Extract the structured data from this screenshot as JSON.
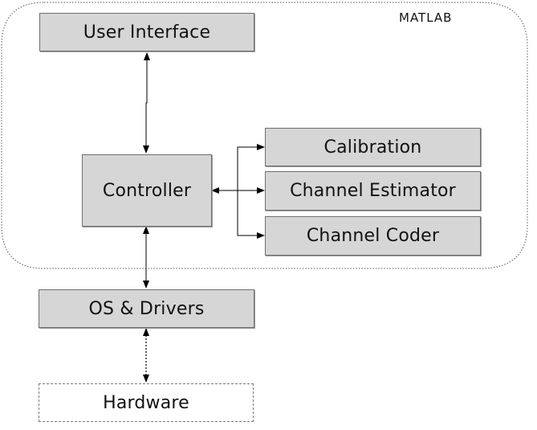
{
  "container_label": "MATLAB",
  "nodes": {
    "user_interface": "User Interface",
    "controller": "Controller",
    "calibration": "Calibration",
    "channel_estimator": "Channel Estimator",
    "channel_coder": "Channel Coder",
    "os_drivers": "OS & Drivers",
    "hardware": "Hardware"
  },
  "edges": [
    {
      "from": "user_interface",
      "to": "controller",
      "style": "solid",
      "direction": "both"
    },
    {
      "from": "controller",
      "to": "calibration",
      "style": "solid",
      "direction": "forward"
    },
    {
      "from": "controller",
      "to": "channel_estimator",
      "style": "solid",
      "direction": "both"
    },
    {
      "from": "controller",
      "to": "channel_coder",
      "style": "solid",
      "direction": "forward"
    },
    {
      "from": "controller",
      "to": "os_drivers",
      "style": "solid",
      "direction": "both"
    },
    {
      "from": "os_drivers",
      "to": "hardware",
      "style": "dotted",
      "direction": "both"
    }
  ]
}
